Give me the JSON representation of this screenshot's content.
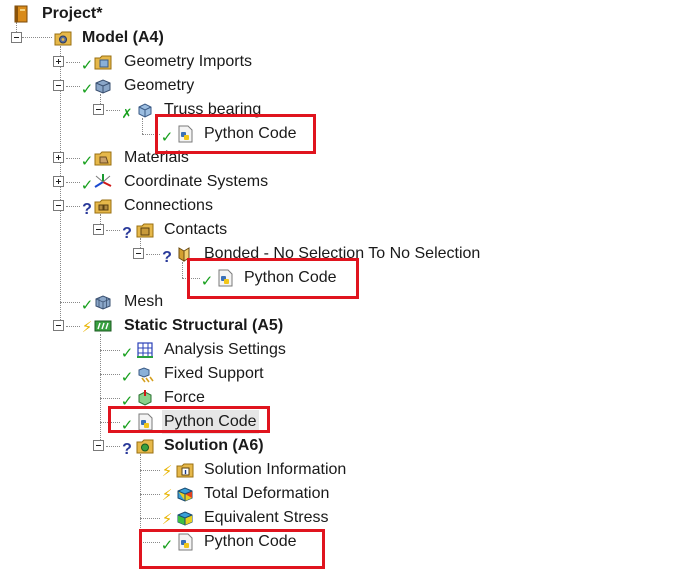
{
  "tree": {
    "nodes": [
      {
        "label": "Project*",
        "icon": "project-book-icon"
      },
      {
        "label": "Model (A4)",
        "icon": "model-folder-icon"
      },
      {
        "label": "Geometry Imports",
        "icon": "geometry-imports-icon"
      },
      {
        "label": "Geometry",
        "icon": "geometry-icon"
      },
      {
        "label": "Truss bearing",
        "icon": "body-cube-icon"
      },
      {
        "label": "Python Code",
        "icon": "python-code-icon"
      },
      {
        "label": "Materials",
        "icon": "materials-icon"
      },
      {
        "label": "Coordinate Systems",
        "icon": "coordinate-systems-icon"
      },
      {
        "label": "Connections",
        "icon": "connections-icon"
      },
      {
        "label": "Contacts",
        "icon": "contacts-icon"
      },
      {
        "label": "Bonded - No Selection To No Selection",
        "icon": "bonded-contact-icon"
      },
      {
        "label": "Python Code",
        "icon": "python-code-icon"
      },
      {
        "label": "Mesh",
        "icon": "mesh-icon"
      },
      {
        "label": "Static Structural (A5)",
        "icon": "static-structural-icon"
      },
      {
        "label": "Analysis Settings",
        "icon": "analysis-settings-icon"
      },
      {
        "label": "Fixed Support",
        "icon": "fixed-support-icon"
      },
      {
        "label": "Force",
        "icon": "force-icon"
      },
      {
        "label": "Python Code",
        "icon": "python-code-icon"
      },
      {
        "label": "Solution (A6)",
        "icon": "solution-icon"
      },
      {
        "label": "Solution Information",
        "icon": "solution-information-icon"
      },
      {
        "label": "Total Deformation",
        "icon": "total-deformation-icon"
      },
      {
        "label": "Equivalent Stress",
        "icon": "equivalent-stress-icon"
      },
      {
        "label": "Python Code",
        "icon": "python-code-icon"
      }
    ]
  },
  "colors": {
    "highlight_border": "#e0141e",
    "status_ok": "#17a01d",
    "status_unknown": "#2a3a9a",
    "status_pending": "#e8b400",
    "folder": "#e6b84a"
  }
}
